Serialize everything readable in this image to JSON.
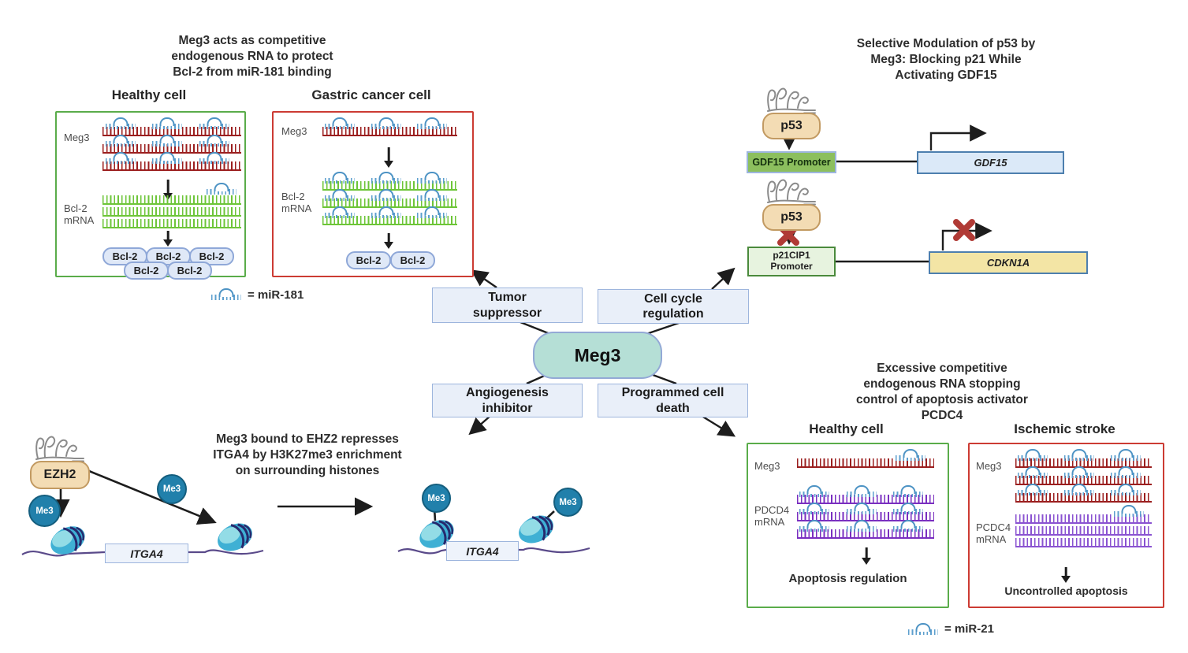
{
  "panels": {
    "bcl2": {
      "title": [
        "Meg3 acts as competitive",
        "endogenous RNA to protect",
        "Bcl-2 from miR-181 binding"
      ],
      "healthy": {
        "label": "Healthy cell",
        "meg3": "Meg3",
        "mrna": [
          "Bcl-2",
          "mRNA"
        ],
        "protein": "Bcl-2"
      },
      "gastric": {
        "label": "Gastric cancer cell",
        "meg3": "Meg3",
        "mrna": [
          "Bcl-2",
          "mRNA"
        ],
        "protein": "Bcl-2"
      },
      "legend": "= miR-181"
    },
    "p53": {
      "title": [
        "Selective Modulation of p53 by",
        "Meg3: Blocking p21 While",
        "Activating GDF15"
      ],
      "p53": "p53",
      "gdf15_promoter": "GDF15 Promoter",
      "gdf15_gene": "GDF15",
      "p21_promoter": [
        "p21CIP1",
        "Promoter"
      ],
      "cdkn1a_gene": "CDKN1A"
    },
    "hub": {
      "center": "Meg3",
      "tumor": [
        "Tumor",
        "suppressor"
      ],
      "cycle": [
        "Cell cycle",
        "regulation"
      ],
      "angio": [
        "Angiogenesis",
        "inhibitor"
      ],
      "pcd": [
        "Programmed cell",
        "death"
      ]
    },
    "ezh2": {
      "title": [
        "Meg3 bound to EHZ2 represses",
        "ITGA4 by H3K27me3 enrichment",
        "on surrounding histones"
      ],
      "ezh2": "EZH2",
      "me3": "Me3",
      "itga4": "ITGA4"
    },
    "pcdc4": {
      "title": [
        "Excessive competitive",
        "endogenous RNA stopping",
        "control of apoptosis activator",
        "PCDC4"
      ],
      "healthy": {
        "label": "Healthy cell",
        "meg3": "Meg3",
        "mrna": [
          "PDCD4",
          "mRNA"
        ],
        "result": "Apoptosis regulation"
      },
      "ischemic": {
        "label": "Ischemic stroke",
        "meg3": "Meg3",
        "mrna": [
          "PCDC4",
          "mRNA"
        ],
        "result": "Uncontrolled apoptosis"
      },
      "legend": "= miR-21"
    }
  },
  "colors": {
    "healthy_box_border": "#5aac4a",
    "disease_box_border": "#cc3b33",
    "meg3_strand": "#9b1f1f",
    "bcl2_mrna_strand": "#6dc538",
    "pdcd4_mrna_strand": "#7a2fc0",
    "pcdc4_mrna_strand": "#8a52d1",
    "mir": "#5d9fce",
    "hub_box_fill": "#e9eff9",
    "hub_box_border": "#9db5dd",
    "meg3_hub_fill": "#b5dfd6",
    "protein_pill_fill": "#dfe8f7",
    "tan_fill": "#f3dcb4",
    "me3_fill": "#2180ab",
    "gdf15_promoter_fill": "#8cbf5e",
    "p21_promoter_fill": "#e7f3df",
    "gdf15_gene_fill": "#dbe9f8",
    "cdkn1a_gene_fill": "#f3e5a5",
    "blocked_x": "#b03a35",
    "histone_body": "#3fb0d4",
    "dna_line": "#5a4a8a",
    "arrow": "#1d1d1d"
  },
  "strands": {
    "bcl2_healthy_meg3": {
      "stroke": "#9b1f1f",
      "rows": [
        {
          "mirs": [
            2,
            36,
            70
          ]
        },
        {
          "mirs": [
            2,
            36,
            70
          ]
        },
        {
          "mirs": [
            2,
            36,
            70
          ]
        }
      ]
    },
    "bcl2_healthy_mrna": {
      "stroke": "#6dc538",
      "rows": [
        {
          "mirs": []
        },
        {
          "mirs": []
        },
        {
          "mirs": []
        }
      ]
    },
    "bcl2_gastric_meg3": {
      "stroke": "#9b1f1f",
      "rows": [
        {
          "mirs": [
            2,
            36,
            70
          ]
        }
      ]
    },
    "bcl2_gastric_mrna": {
      "stroke": "#6dc538",
      "rows": [
        {
          "mirs": [
            2,
            36,
            70
          ]
        },
        {
          "mirs": [
            2,
            36,
            70
          ]
        },
        {
          "mirs": [
            2,
            36,
            70
          ]
        }
      ]
    },
    "pcdc4_healthy_meg3": {
      "stroke": "#9b1f1f",
      "rows": [
        {
          "mirs": [
            72
          ]
        }
      ]
    },
    "pcdc4_healthy_mrna": {
      "stroke": "#7a2fc0",
      "rows": [
        {
          "mirs": [
            2,
            36,
            70
          ]
        },
        {
          "mirs": [
            2,
            36,
            70
          ]
        },
        {
          "mirs": [
            2,
            36,
            70
          ]
        }
      ]
    },
    "pcdc4_ischemic_meg3": {
      "stroke": "#9b1f1f",
      "rows": [
        {
          "mirs": [
            2,
            36,
            70
          ]
        },
        {
          "mirs": [
            2,
            36,
            70
          ]
        },
        {
          "mirs": [
            2,
            36,
            70
          ]
        }
      ]
    },
    "pcdc4_ischemic_mrna": {
      "stroke": "#8a52d1",
      "rows": [
        {
          "mirs": [
            72
          ]
        },
        {
          "mirs": []
        },
        {
          "mirs": []
        }
      ]
    }
  }
}
